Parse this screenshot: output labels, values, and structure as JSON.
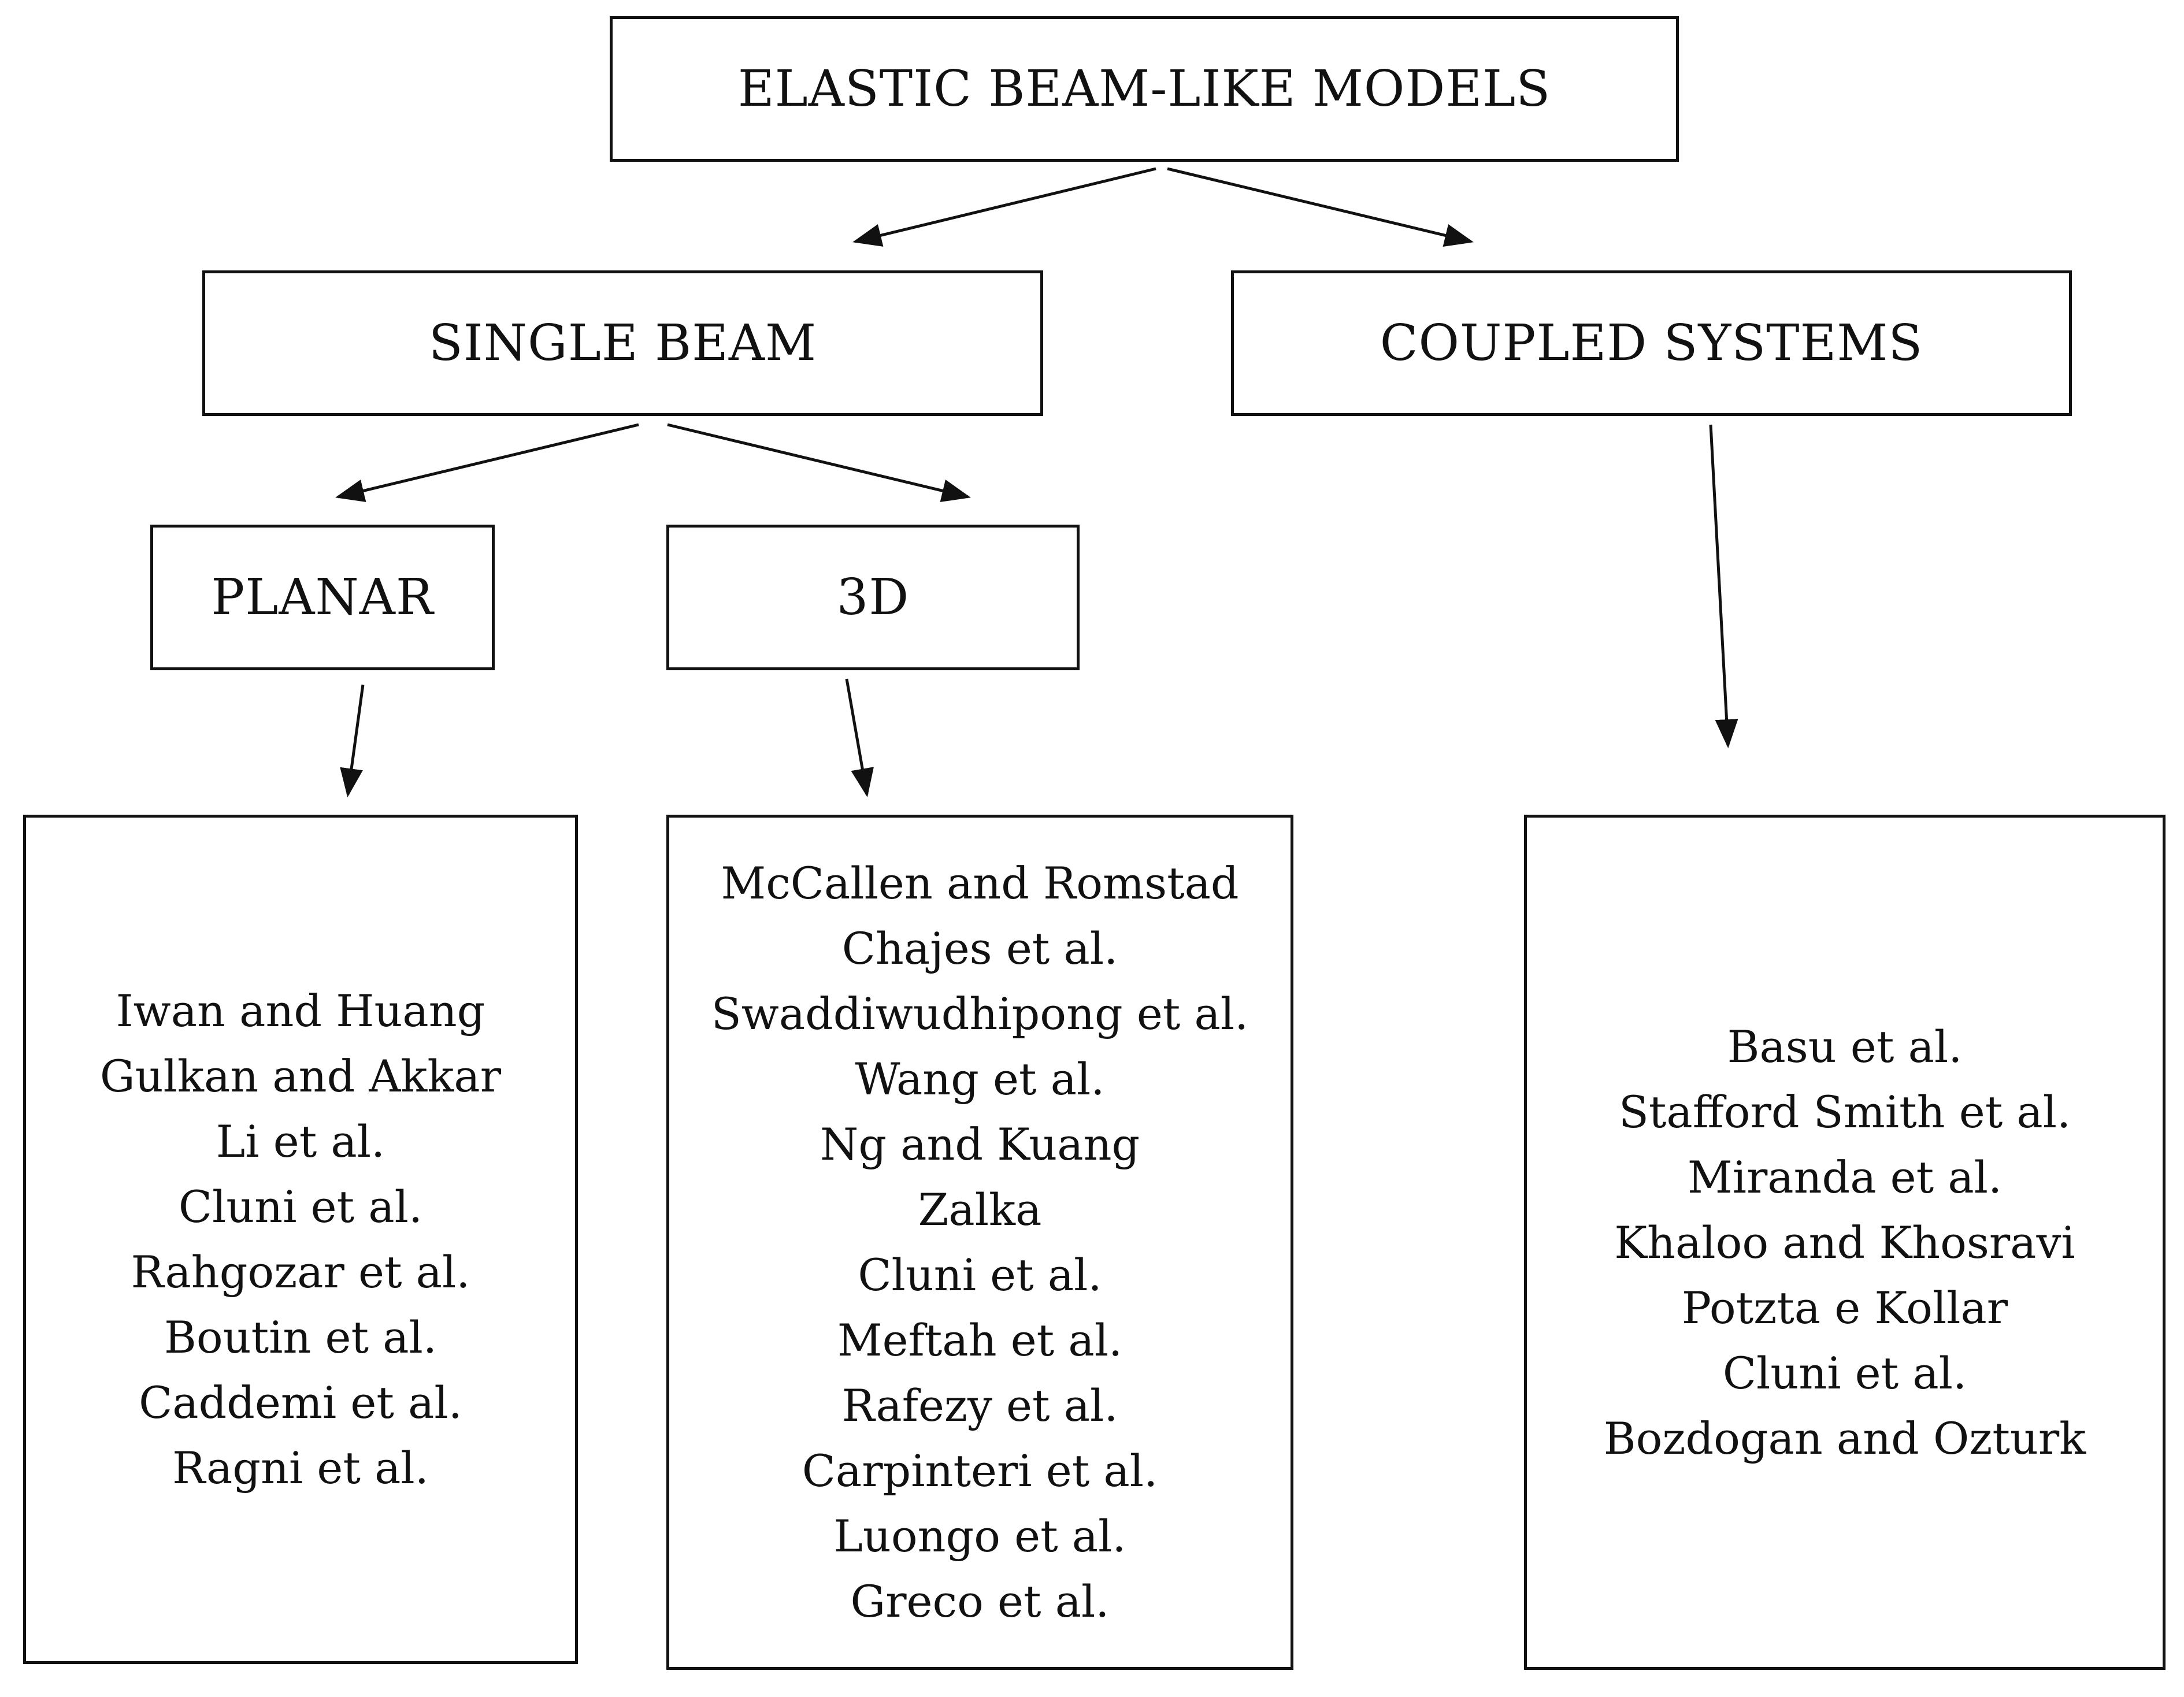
{
  "root": {
    "label": "ELASTIC BEAM-LIKE MODELS"
  },
  "single_beam": {
    "label": "SINGLE BEAM"
  },
  "coupled_systems": {
    "label": "COUPLED SYSTEMS",
    "references": [
      "Basu et al.",
      "Stafford Smith et al.",
      "Miranda et al.",
      "Khaloo and Khosravi",
      "Potzta e Kollar",
      "Cluni et al.",
      "Bozdogan and Ozturk"
    ]
  },
  "planar": {
    "label": "PLANAR",
    "references": [
      "Iwan and Huang",
      "Gulkan and Akkar",
      "Li et al.",
      "Cluni et al.",
      "Rahgozar et al.",
      "Boutin et al.",
      "Caddemi et al.",
      "Ragni et al."
    ]
  },
  "three_d": {
    "label": "3D",
    "references": [
      "McCallen and Romstad",
      "Chajes et al.",
      "Swaddiwudhipong et al.",
      "Wang et al.",
      "Ng and Kuang",
      "Zalka",
      "Cluni et al.",
      "Meftah et al.",
      "Rafezy et al.",
      "Carpinteri et al.",
      "Luongo et al.",
      "Greco et al."
    ]
  }
}
